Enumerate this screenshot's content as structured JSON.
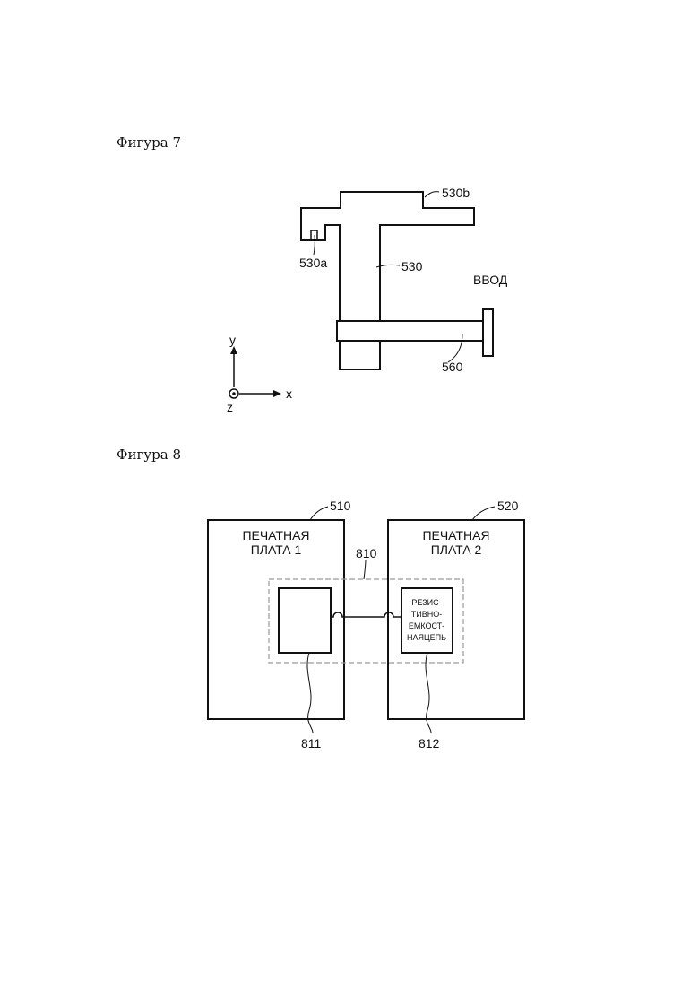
{
  "figure7": {
    "caption": "Фигура 7",
    "labels": {
      "part_530b": "530b",
      "part_530a": "530a",
      "part_530": "530",
      "input": "ВВОД",
      "part_560": "560"
    },
    "axes": {
      "y": "y",
      "x": "x",
      "z": "z"
    }
  },
  "figure8": {
    "caption": "Фигура 8",
    "board1": {
      "ref": "510",
      "title_line1": "ПЕЧАТНАЯ",
      "title_line2": "ПЛАТА 1"
    },
    "board2": {
      "ref": "520",
      "title_line1": "ПЕЧАТНАЯ",
      "title_line2": "ПЛАТА 2"
    },
    "region_ref": "810",
    "component1_ref": "811",
    "component2_ref": "812",
    "rc_circuit_lines": [
      "РЕЗИС-",
      "ТИВНО-",
      "ЕМКОСТ-",
      "НАЯЦЕПЬ"
    ]
  }
}
